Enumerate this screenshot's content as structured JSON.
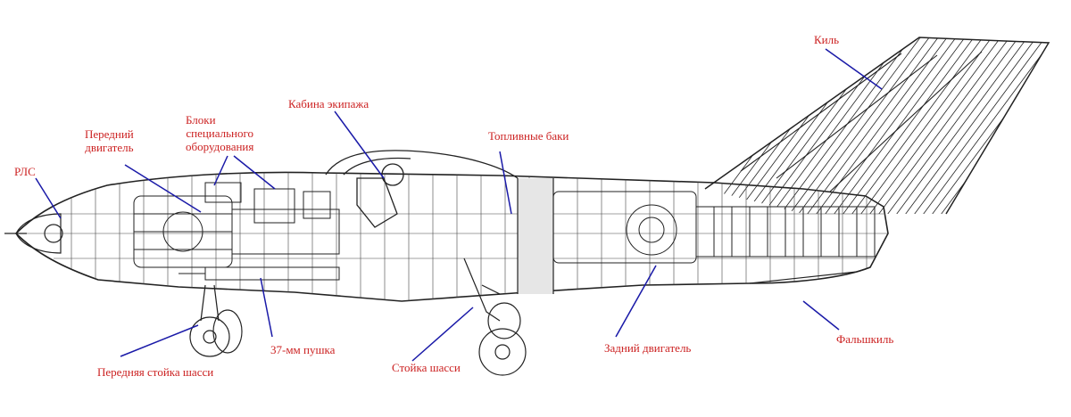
{
  "colors": {
    "label_text": "#cc2222",
    "leader_line": "#1a1aa8",
    "drawing_line": "#222222",
    "cutaway_fill": "#e6e6e6"
  },
  "labels": {
    "radar": "РЛС",
    "front_engine_line1": "Передний",
    "front_engine_line2": "двигатель",
    "equipment_line1": "Блоки",
    "equipment_line2": "специального",
    "equipment_line3": "оборудования",
    "cockpit": "Кабина экипажа",
    "fuel_tanks": "Топливные баки",
    "fin": "Киль",
    "front_gear": "Передняя стойка шасси",
    "cannon": "37-мм пушка",
    "main_gear": "Стойка шасси",
    "rear_engine": "Задний двигатель",
    "ventral_fin": "Фальшкиль"
  }
}
